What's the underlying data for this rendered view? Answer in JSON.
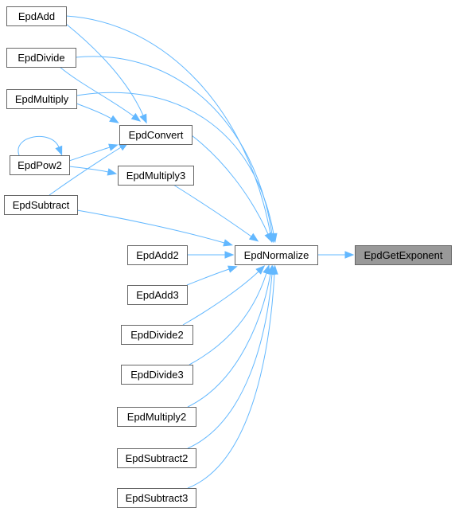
{
  "graph": {
    "colors": {
      "edge": "#63b8ff",
      "node_border": "#666666",
      "focus_fill": "#999999",
      "node_fill": "#ffffff"
    },
    "nodes": [
      {
        "id": "EpdAdd",
        "label": "EpdAdd"
      },
      {
        "id": "EpdDivide",
        "label": "EpdDivide"
      },
      {
        "id": "EpdMultiply",
        "label": "EpdMultiply"
      },
      {
        "id": "EpdConvert",
        "label": "EpdConvert"
      },
      {
        "id": "EpdPow2",
        "label": "EpdPow2"
      },
      {
        "id": "EpdMultiply3",
        "label": "EpdMultiply3"
      },
      {
        "id": "EpdSubtract",
        "label": "EpdSubtract"
      },
      {
        "id": "EpdAdd2",
        "label": "EpdAdd2"
      },
      {
        "id": "EpdNormalize",
        "label": "EpdNormalize"
      },
      {
        "id": "EpdGetExponent",
        "label": "EpdGetExponent",
        "focus": true
      },
      {
        "id": "EpdAdd3",
        "label": "EpdAdd3"
      },
      {
        "id": "EpdDivide2",
        "label": "EpdDivide2"
      },
      {
        "id": "EpdDivide3",
        "label": "EpdDivide3"
      },
      {
        "id": "EpdMultiply2",
        "label": "EpdMultiply2"
      },
      {
        "id": "EpdSubtract2",
        "label": "EpdSubtract2"
      },
      {
        "id": "EpdSubtract3",
        "label": "EpdSubtract3"
      }
    ],
    "edges": [
      {
        "from": "EpdNormalize",
        "to": "EpdGetExponent"
      },
      {
        "from": "EpdAdd",
        "to": "EpdNormalize"
      },
      {
        "from": "EpdAdd",
        "to": "EpdConvert"
      },
      {
        "from": "EpdDivide",
        "to": "EpdNormalize"
      },
      {
        "from": "EpdDivide",
        "to": "EpdConvert"
      },
      {
        "from": "EpdMultiply",
        "to": "EpdNormalize"
      },
      {
        "from": "EpdMultiply",
        "to": "EpdConvert"
      },
      {
        "from": "EpdConvert",
        "to": "EpdNormalize"
      },
      {
        "from": "EpdPow2",
        "to": "EpdPow2"
      },
      {
        "from": "EpdPow2",
        "to": "EpdConvert"
      },
      {
        "from": "EpdPow2",
        "to": "EpdMultiply3"
      },
      {
        "from": "EpdSubtract",
        "to": "EpdConvert"
      },
      {
        "from": "EpdSubtract",
        "to": "EpdNormalize"
      },
      {
        "from": "EpdMultiply3",
        "to": "EpdNormalize"
      },
      {
        "from": "EpdAdd2",
        "to": "EpdNormalize"
      },
      {
        "from": "EpdAdd3",
        "to": "EpdNormalize"
      },
      {
        "from": "EpdDivide2",
        "to": "EpdNormalize"
      },
      {
        "from": "EpdDivide3",
        "to": "EpdNormalize"
      },
      {
        "from": "EpdMultiply2",
        "to": "EpdNormalize"
      },
      {
        "from": "EpdSubtract2",
        "to": "EpdNormalize"
      },
      {
        "from": "EpdSubtract3",
        "to": "EpdNormalize"
      }
    ]
  }
}
